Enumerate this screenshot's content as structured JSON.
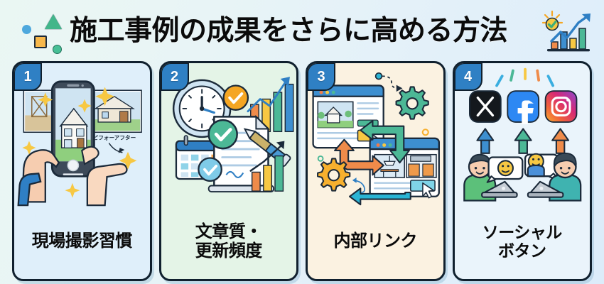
{
  "header": {
    "title": "施工事例の成果をさらに高める方法",
    "decorations": [
      "blue-circle",
      "green-triangle",
      "orange-square",
      "green-circle"
    ],
    "right_icon": "growth-chart-icon"
  },
  "theme": {
    "background_left": "#eaf7f3",
    "background_right": "#dcecfa",
    "outline": "#10202e",
    "badge_blue": "#2f80c4",
    "accent_orange": "#f08a3c",
    "accent_green": "#3fae7a",
    "accent_yellow": "#f7b84b",
    "accent_blue": "#3d8fd0",
    "accent_teal": "#2aa8c4"
  },
  "cards": [
    {
      "number": "1",
      "label": "現場撮影習慣",
      "bg": "#dfeffa",
      "illustration": "hand-holding-smartphone-photographing-house",
      "annotation": "ビフォーアフター"
    },
    {
      "number": "2",
      "label": "文章質・\n更新頻度",
      "bg": "#e4f4e7",
      "illustration": "clock-calendar-document-pen-checkmarks-bar-charts",
      "annotation": ""
    },
    {
      "number": "3",
      "label": "内部リンク",
      "bg": "#fbf2e1",
      "illustration": "two-browser-windows-linked-by-arrows-with-gears",
      "annotation": ""
    },
    {
      "number": "4",
      "label": "ソーシャル\nボタン",
      "bg": "#eaf4fb",
      "illustration": "social-icons-x-facebook-instagram-arrows-people-laptops",
      "annotation": "",
      "social_icons": [
        "x-icon",
        "facebook-icon",
        "instagram-icon"
      ]
    }
  ]
}
